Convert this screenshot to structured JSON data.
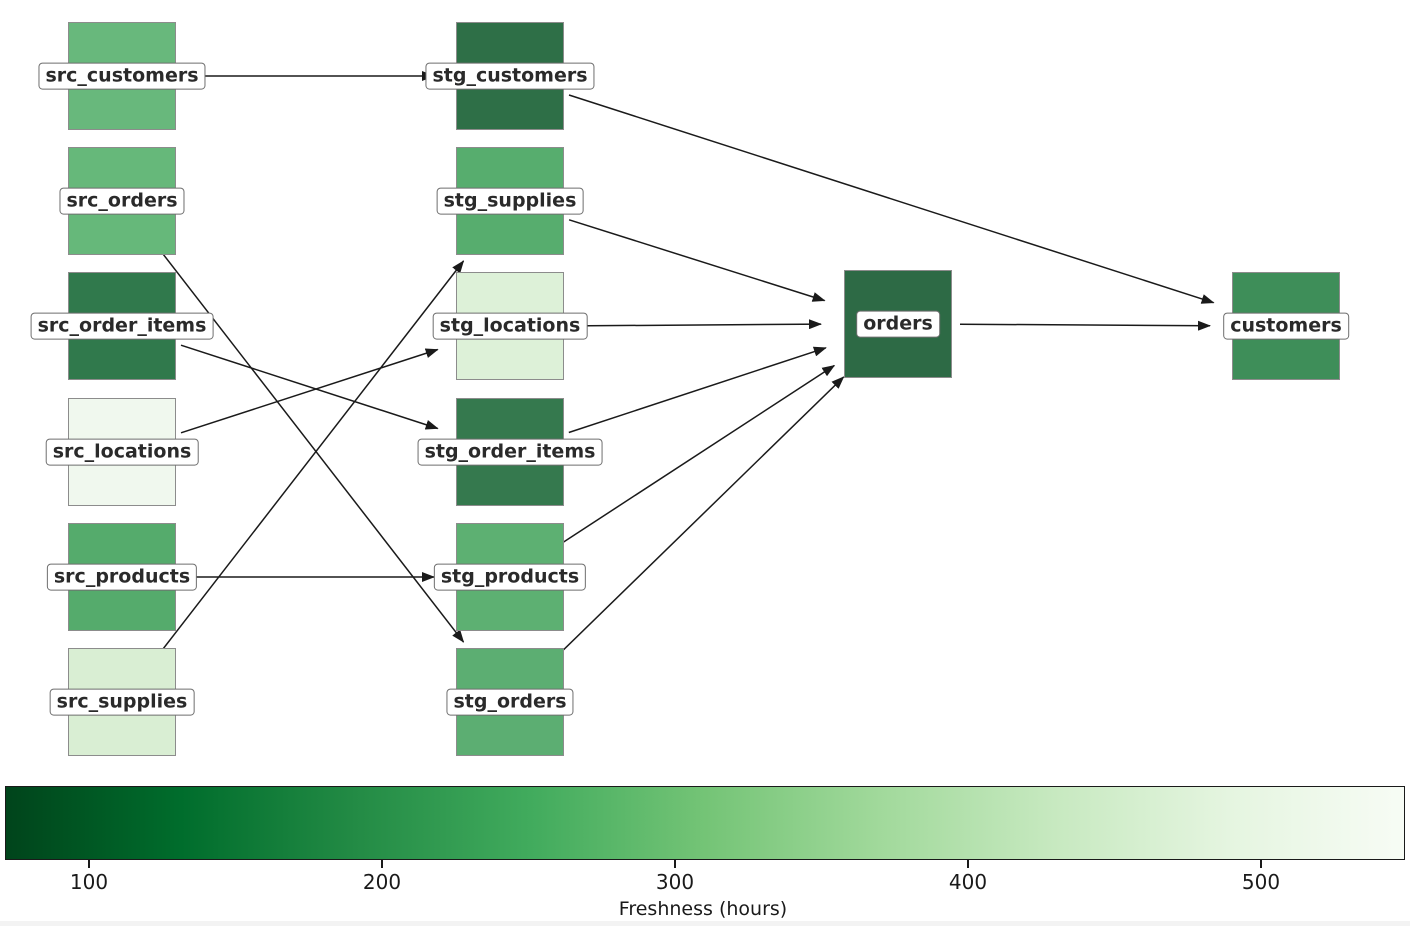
{
  "diagram": {
    "title": "",
    "nodes": [
      {
        "id": "src_customers",
        "label": "src_customers",
        "color": "#68b87c"
      },
      {
        "id": "src_orders",
        "label": "src_orders",
        "color": "#66b87a"
      },
      {
        "id": "src_order_items",
        "label": "src_order_items",
        "color": "#30794c"
      },
      {
        "id": "src_locations",
        "label": "src_locations",
        "color": "#f0f8ee"
      },
      {
        "id": "src_products",
        "label": "src_products",
        "color": "#55ab6c"
      },
      {
        "id": "src_supplies",
        "label": "src_supplies",
        "color": "#d9eed3"
      },
      {
        "id": "stg_customers",
        "label": "stg_customers",
        "color": "#2e6f47"
      },
      {
        "id": "stg_supplies",
        "label": "stg_supplies",
        "color": "#57ad6e"
      },
      {
        "id": "stg_locations",
        "label": "stg_locations",
        "color": "#ddf1d8"
      },
      {
        "id": "stg_order_items",
        "label": "stg_order_items",
        "color": "#35794e"
      },
      {
        "id": "stg_products",
        "label": "stg_products",
        "color": "#5db072"
      },
      {
        "id": "stg_orders",
        "label": "stg_orders",
        "color": "#5cae72"
      },
      {
        "id": "orders",
        "label": "orders",
        "color": "#2d6a45"
      },
      {
        "id": "customers",
        "label": "customers",
        "color": "#3e8e59"
      }
    ],
    "edges": [
      {
        "from": "src_customers",
        "to": "stg_customers"
      },
      {
        "from": "src_orders",
        "to": "stg_orders"
      },
      {
        "from": "src_order_items",
        "to": "stg_order_items"
      },
      {
        "from": "src_locations",
        "to": "stg_locations"
      },
      {
        "from": "src_products",
        "to": "stg_products"
      },
      {
        "from": "src_supplies",
        "to": "stg_supplies"
      },
      {
        "from": "stg_customers",
        "to": "customers"
      },
      {
        "from": "stg_supplies",
        "to": "orders"
      },
      {
        "from": "stg_locations",
        "to": "orders"
      },
      {
        "from": "stg_order_items",
        "to": "orders"
      },
      {
        "from": "stg_products",
        "to": "orders"
      },
      {
        "from": "stg_orders",
        "to": "orders"
      },
      {
        "from": "orders",
        "to": "customers"
      }
    ],
    "edge_color": "#1a1a1a"
  },
  "colorbar": {
    "label": "Freshness (hours)",
    "ticks": [
      "100",
      "200",
      "300",
      "400",
      "500"
    ],
    "gradient_stops": [
      "#00441b",
      "#006d2c",
      "#238b45",
      "#41ab5d",
      "#74c476",
      "#a1d99b",
      "#c7e9c0",
      "#e5f5e0",
      "#f7fcf5"
    ],
    "dark_end": "low hours (left)",
    "light_end": "high hours (right)"
  }
}
